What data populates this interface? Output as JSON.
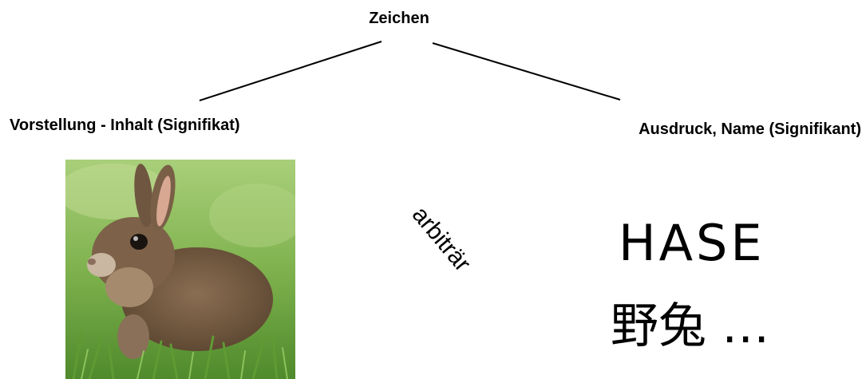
{
  "title": "Zeichen",
  "left_label": "Vorstellung - Inhalt (Signifikat)",
  "right_label": "Ausdruck, Name (Signifikant)",
  "relation": "arbiträr",
  "names": {
    "german": "HASE",
    "chinese": "野兔 …"
  },
  "image_subject": "rabbit-in-grass"
}
